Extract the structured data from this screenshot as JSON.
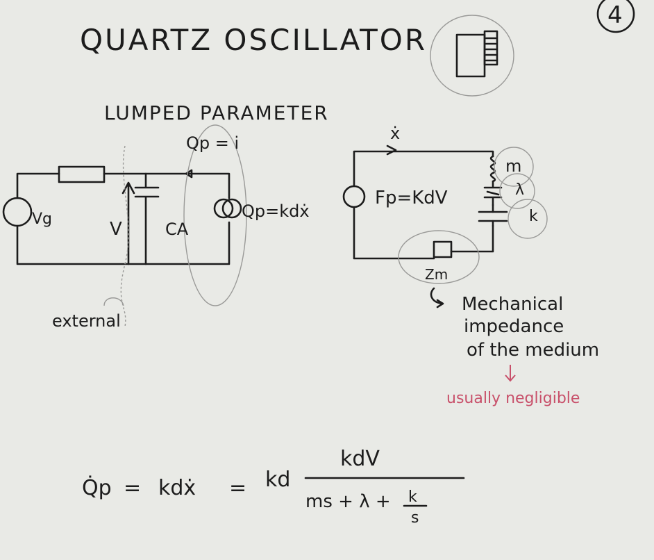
{
  "title": "QUARTZ OSCILLATOR",
  "page_number": "4",
  "subtitle": "LUMPED PARAMETER",
  "left_circuit": {
    "source_label": "Vg",
    "voltage_label": "V",
    "capacitor_label": "CA",
    "current_label": "Qp = i",
    "coupling_label": "Qp=kdẋ",
    "external_label": "external"
  },
  "right_circuit": {
    "velocity_label": "ẋ",
    "force_label": "Fp=KdV",
    "mass_label": "m",
    "damping_label": "λ",
    "stiffness_label": "k",
    "impedance_label": "Zm"
  },
  "annotation": {
    "line1": "Mechanical",
    "line2": "impedance",
    "line3": "of the medium",
    "note": "usually negligible",
    "note_color": "#c8506a"
  },
  "equation": {
    "lhs": "Q̇p",
    "eq1": "=",
    "mid": "kdẋ",
    "eq2": "=",
    "coef": "kd",
    "numerator": "kdV",
    "denominator": "ms + λ +",
    "frac_num": "k",
    "frac_den": "s"
  }
}
